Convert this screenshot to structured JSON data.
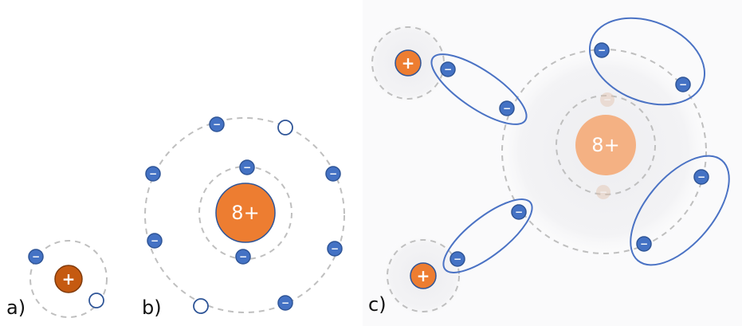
{
  "panels": {
    "a": {
      "label": "a)",
      "nucleus": "+"
    },
    "b": {
      "label": "b)",
      "nucleus": "8+"
    },
    "c": {
      "label": "c)",
      "nucleus": "8+",
      "hydrogen_nucleus": "+"
    }
  },
  "electron_sign": "−",
  "colors": {
    "electron": "#4472c4",
    "hydrogen_nucleus": "#c55a11",
    "oxygen_nucleus": "#ed7d31",
    "faded_nucleus": "#f4b183",
    "orbit": "#bfbfbf"
  }
}
